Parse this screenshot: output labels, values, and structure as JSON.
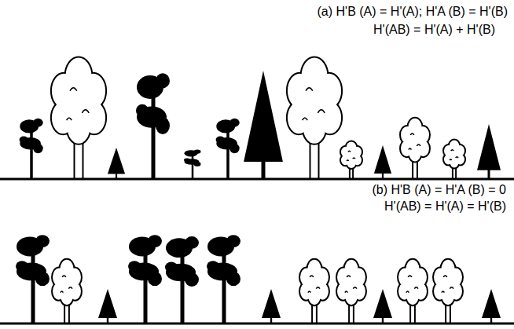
{
  "diagram": {
    "labels": [
      "(a) H'B (A) = H'(A); H'A (B) = H'(B)",
      "H'(AB) = H'(A) + H'(B)",
      "(b) H'B (A) = H'A (B) = 0",
      "H'(AB) = H'(A) = H'(B)"
    ]
  }
}
